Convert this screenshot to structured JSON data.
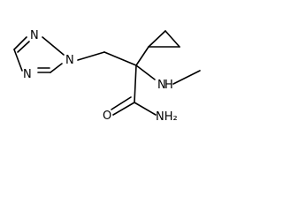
{
  "structure": {
    "atoms": {
      "n_triazole_top": "N",
      "n_triazole_bottom": "N",
      "n_triazole_linked": "N",
      "n_methylamino": "N",
      "h_methylamino": "H",
      "o_carbonyl": "O",
      "nh2_amide": "NH₂"
    },
    "colors": {
      "bond": "#000000",
      "label": "#000000",
      "background": "#ffffff"
    }
  }
}
